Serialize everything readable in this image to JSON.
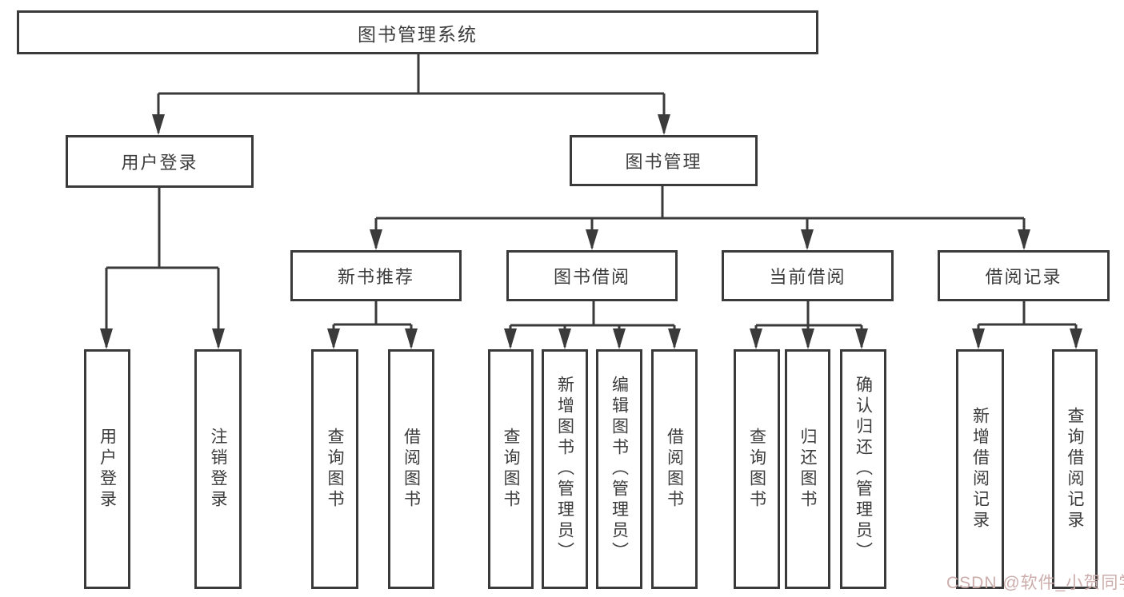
{
  "diagram": {
    "root": {
      "label": "图书管理系统"
    },
    "level2": [
      {
        "label": "用户登录"
      },
      {
        "label": "图书管理"
      }
    ],
    "level3": [
      {
        "label": "新书推荐"
      },
      {
        "label": "图书借阅"
      },
      {
        "label": "当前借阅"
      },
      {
        "label": "借阅记录"
      }
    ],
    "leaves": [
      {
        "label": "用户登录"
      },
      {
        "label": "注销登录"
      },
      {
        "label": "查询图书"
      },
      {
        "label": "借阅图书"
      },
      {
        "label": "查询图书"
      },
      {
        "label": "新增图书（管理员）"
      },
      {
        "label": "编辑图书（管理员）"
      },
      {
        "label": "借阅图书"
      },
      {
        "label": "查询图书"
      },
      {
        "label": "归还图书"
      },
      {
        "label": "确认归还（管理员）"
      },
      {
        "label": "新增借阅记录"
      },
      {
        "label": "查询借阅记录"
      }
    ],
    "line_color": "#3a3a3a",
    "text_color": "#3c3c3c"
  },
  "watermark": {
    "text": "CSDN @软件_小贺同学",
    "color": "#ccadab"
  }
}
